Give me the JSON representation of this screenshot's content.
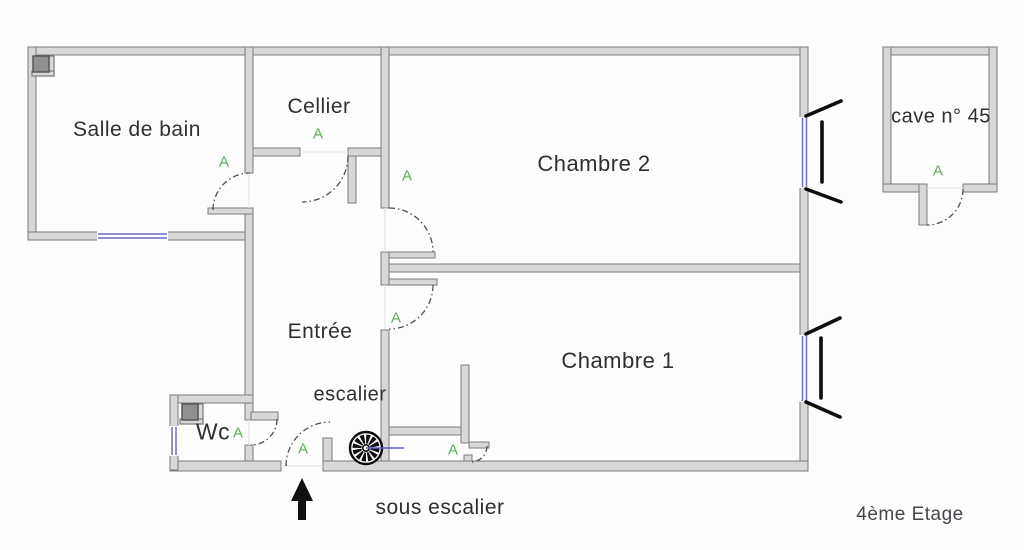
{
  "plan": {
    "floor_label": "4ème Etage",
    "rooms": {
      "salle_de_bain": "Salle de bain",
      "cellier": "Cellier",
      "chambre_2": "Chambre 2",
      "chambre_1": "Chambre 1",
      "entree": "Entrée",
      "wc": "Wc",
      "cave": "cave n° 45"
    },
    "labels": {
      "escalier": "escalier",
      "sous_escalier": "sous escalier"
    },
    "door_marker": "A",
    "colors": {
      "wall_fill": "#d8d8d8",
      "wall_edge": "#7a7a7a",
      "window_blue": "#6a6ac8",
      "marker_green": "#5aae5a",
      "text": "#2f2f2f"
    }
  }
}
